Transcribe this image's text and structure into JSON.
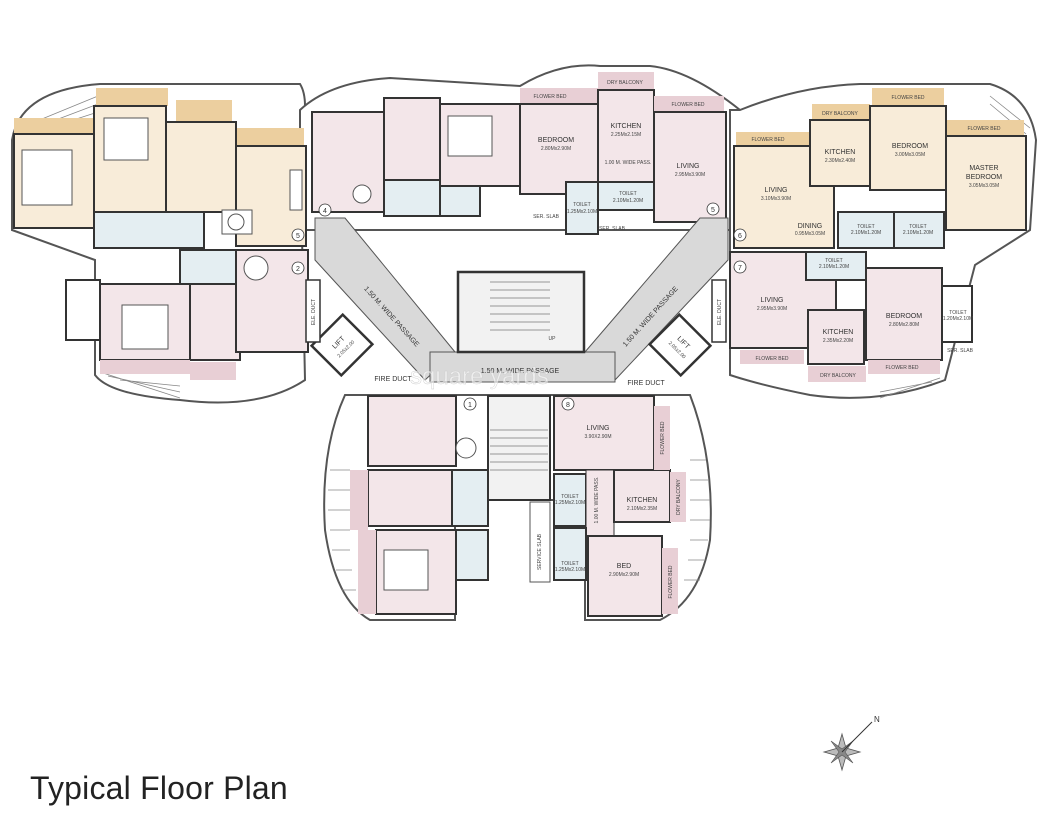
{
  "title": "Typical Floor Plan",
  "compass": {
    "north_label": "N"
  },
  "watermark": "square yards",
  "colors": {
    "pink": "#f3e6e9",
    "pink_dark": "#e8cfd5",
    "peach": "#f8ecd9",
    "tan": "#eccf9f",
    "grey": "#d9d9d9",
    "blue": "#e4eef2",
    "wall": "#333333"
  },
  "flats": {
    "f1": "1",
    "f2": "2",
    "f4": "4",
    "f5": "5",
    "f5b": "5",
    "f6": "6",
    "f7": "7",
    "f8": "8"
  },
  "rooms": {
    "flower_bed_a": "FLOWER BED",
    "dry_balcony_a": "DRY BALCONY",
    "flower_bed_b": "FLOWER BED",
    "bedroom_a": "BEDROOM",
    "bedroom_a_dim": "2.80Mx2.90M",
    "kitchen_a": "KITCHEN",
    "kitchen_a_dim": "2.25Mx2.15M",
    "pass_a": "1.00 M. WIDE PASS.",
    "living_a": "LIVING",
    "living_a_dim": "2.95Mx3.90M",
    "toilet_a1": "TOILET",
    "toilet_a1_dim": "1.25Mx2.10M",
    "toilet_a2": "TOILET",
    "toilet_a2_dim": "2.10Mx1.20M",
    "ser_slab_a": "SER. SLAB",
    "ser_slab_b": "SER. SLAB",
    "flower_bed_c": "FLOWER BED",
    "dry_balcony_b": "DRY BALCONY",
    "flower_bed_d": "FLOWER BED",
    "flower_bed_e": "FLOWER BED",
    "living_b": "LIVING",
    "living_b_dim": "3.10Mx3.90M",
    "kitchen_b": "KITCHEN",
    "kitchen_b_dim": "2.30Mx2.40M",
    "bedroom_b": "BEDROOM",
    "bedroom_b_dim": "3.00Mx3.05M",
    "master": "MASTER",
    "master2": "BEDROOM",
    "master_dim": "3.05Mx3.05M",
    "dining_b": "DINING",
    "dining_b_dim": "0.95Mx3.05M",
    "toilet_b1": "TOILET",
    "toilet_b1_dim": "2.10Mx1.20M",
    "toilet_b2": "TOILET",
    "toilet_b2_dim": "2.10Mx1.20M",
    "toilet_c1": "TOILET",
    "toilet_c1_dim": "2.10Mx1.20M",
    "living_c": "LIVING",
    "living_c_dim": "2.95Mx3.90M",
    "kitchen_c": "KITCHEN",
    "kitchen_c_dim": "2.35Mx2.20M",
    "bedroom_c": "BEDROOM",
    "bedroom_c_dim": "2.80Mx2.80M",
    "toilet_c2": "TOILET",
    "toilet_c2_dim": "1.20Mx2.10M",
    "ser_slab_c": "SER. SLAB",
    "flower_bed_f": "FLOWER BED",
    "dry_balcony_c": "DRY BALCONY",
    "flower_bed_g": "FLOWER BED",
    "living_d": "LIVING",
    "living_d_dim": "3.90X2.90M",
    "kitchen_d": "KITCHEN",
    "kitchen_d_dim": "2.10Mx2.35M",
    "bed_d": "BED",
    "bed_d_dim": "2.90Mx2.90M",
    "toilet_d1": "TOILET",
    "toilet_d1_dim": "1.25Mx2.10M",
    "toilet_d2": "TOILET",
    "toilet_d2_dim": "1.25Mx2.10M",
    "pass_d": "1.00 M. WIDE PASS.",
    "flower_bed_h": "FLOWER BED",
    "dry_balcony_d": "DRY BALCONY",
    "flower_bed_i": "FLOWER BED",
    "service_slab": "SERVICE SLAB"
  },
  "core": {
    "passage_left": "1.50 M. WIDE PASSAGE",
    "passage_right": "1.50 M. WIDE PASSAGE",
    "passage_center": "1.50 M. WIDE PASSAGE",
    "ele_duct_left": "ELE. DUCT",
    "ele_duct_right": "ELE. DUCT",
    "lift_left": "LIFT",
    "lift_left_dim": "2.05x2.00",
    "lift_right": "LIFT",
    "lift_right_dim": "2.05x2.00",
    "fire_duct_left": "FIRE DUCT",
    "fire_duct_right": "FIRE DUCT",
    "up": "UP"
  }
}
